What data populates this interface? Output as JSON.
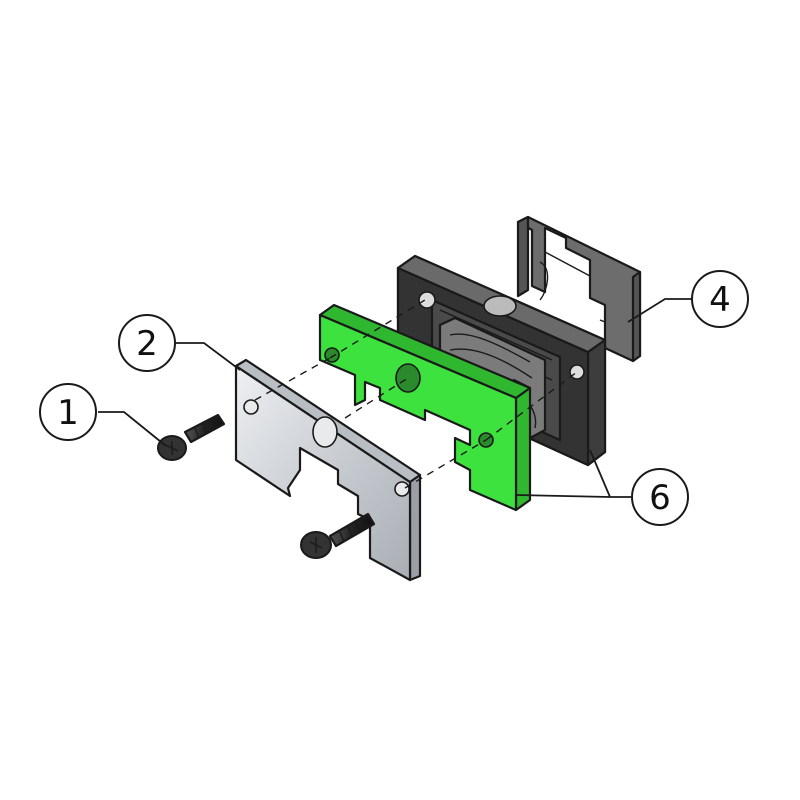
{
  "diagram": {
    "callouts": [
      {
        "id": "c1",
        "label": "1"
      },
      {
        "id": "c2",
        "label": "2"
      },
      {
        "id": "c4",
        "label": "4"
      },
      {
        "id": "c6",
        "label": "6"
      }
    ]
  },
  "colors": {
    "seal_plate": "#3ee23e",
    "seal_plate_side": "#2fb82f",
    "end_cap": "#5b5b5b",
    "end_cap_side": "#3a3a3a",
    "metal_plate": "#c9cdd2",
    "metal_plate_side": "#9aa0a6",
    "screw": "#2b2b2b",
    "retainer": "#6a6a6a"
  }
}
